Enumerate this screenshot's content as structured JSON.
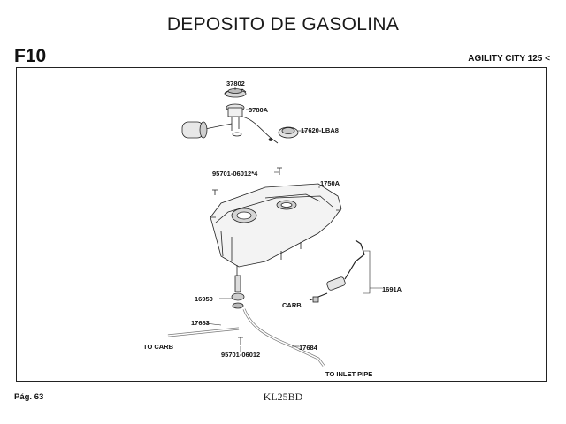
{
  "header": {
    "title": "DEPOSITO DE GASOLINA",
    "section": "F10",
    "model": "AGILITY CITY 125 <"
  },
  "callouts": {
    "c37802": "37802",
    "c3780A": "3780A",
    "c17620": "17620-LBA8",
    "c95701_4": "95701-06012*4",
    "c1750A": "1750A",
    "c1691A": "1691A",
    "c16950": "16950",
    "c17683": "17683",
    "c17684": "17684",
    "c95701": "95701-06012",
    "carb": "CARB",
    "to_carb": "TO CARB",
    "to_inlet": "TO INLET PIPE"
  },
  "footer": {
    "page": "Pág. 63",
    "code": "KL25BD"
  }
}
